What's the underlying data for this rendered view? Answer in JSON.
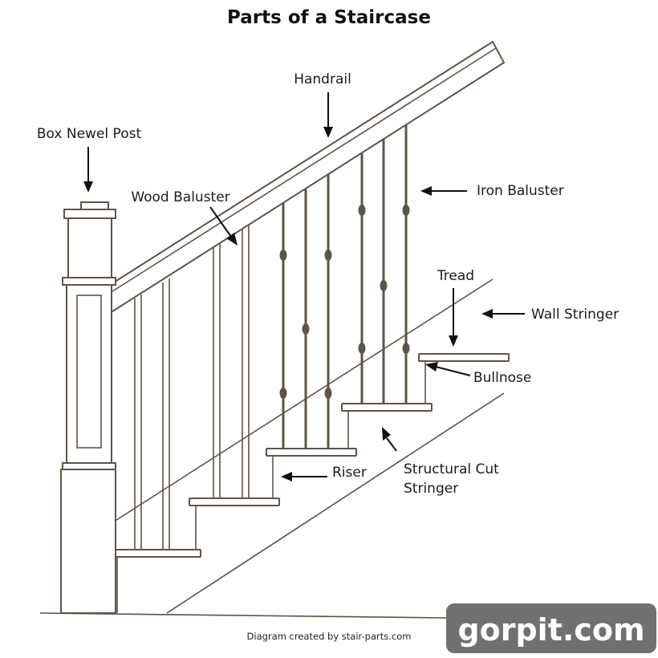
{
  "title": "Parts of a Staircase",
  "labels": {
    "handrail": "Handrail",
    "box_newel_post": "Box Newel Post",
    "wood_baluster": "Wood Baluster",
    "iron_baluster": "Iron Baluster",
    "tread": "Tread",
    "wall_stringer": "Wall Stringer",
    "bullnose": "Bullnose",
    "riser": "Riser",
    "structural_cut_stringer_line1": "Structural Cut",
    "structural_cut_stringer_line2": "Stringer"
  },
  "credit": "Diagram created by stair-parts.com",
  "watermark": "gorpit.com",
  "colors": {
    "line": "#5e5445",
    "arrow": "#111111",
    "watermark_bg": "#707070"
  }
}
